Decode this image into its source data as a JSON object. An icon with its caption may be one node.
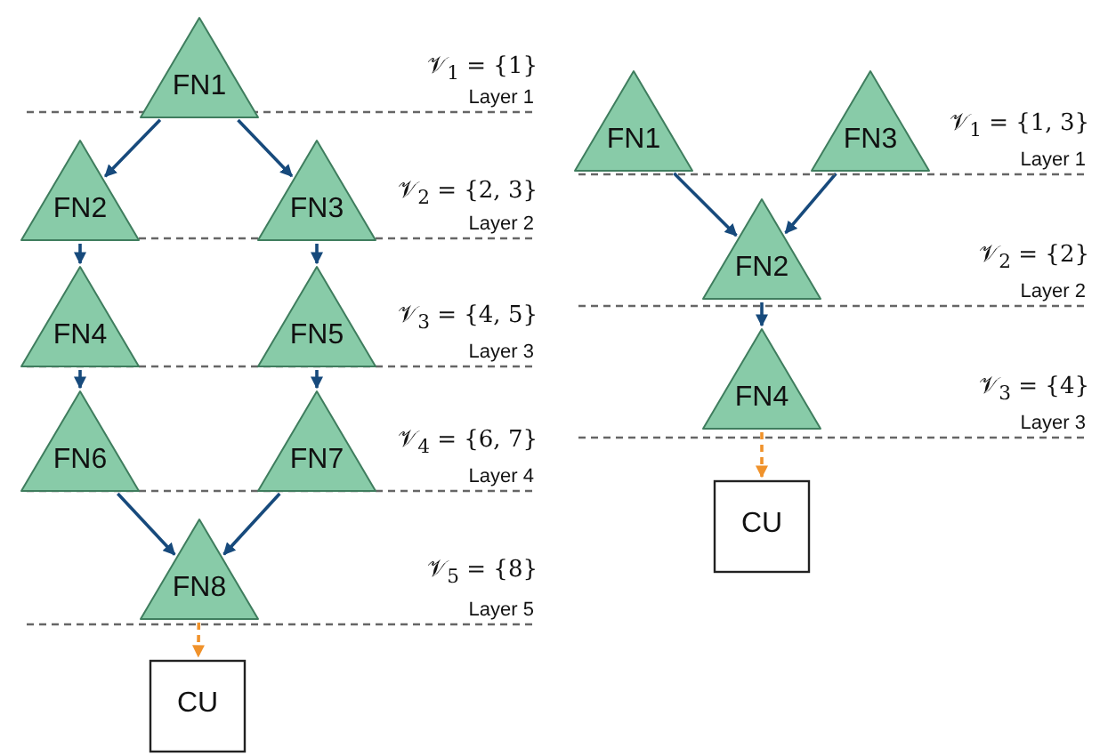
{
  "diagram": {
    "nodes": [
      {
        "text": [
          "FN1"
        ]
      },
      {
        "text": [
          "FN2"
        ]
      },
      {
        "text": [
          "FN3"
        ]
      },
      {
        "text": [
          "FN4"
        ]
      },
      {
        "text": [
          "FN5"
        ]
      },
      {
        "text": [
          "FN6"
        ]
      },
      {
        "text": [
          "FN7"
        ]
      },
      {
        "text": [
          "FN8"
        ]
      },
      {
        "text": [
          "CU"
        ]
      },
      {
        "text": [
          "FN1"
        ]
      },
      {
        "text": [
          "FN3"
        ]
      },
      {
        "text": [
          "FN2"
        ]
      },
      {
        "text": [
          "FN4"
        ]
      },
      {
        "text": [
          "CU"
        ]
      }
    ],
    "edges": [
      {
        "from": 0,
        "to": 1,
        "arrow": "to"
      },
      {
        "from": 0,
        "to": 2,
        "arrow": "to"
      },
      {
        "from": 1,
        "to": 3,
        "arrow": "to"
      },
      {
        "from": 2,
        "to": 4,
        "arrow": "to"
      },
      {
        "from": 3,
        "to": 5,
        "arrow": "to"
      },
      {
        "from": 4,
        "to": 6,
        "arrow": "to"
      },
      {
        "from": 5,
        "to": 7,
        "arrow": "to"
      },
      {
        "from": 6,
        "to": 7,
        "arrow": "to"
      },
      {
        "from": 7,
        "to": 8,
        "arrow": "to",
        "style": "dashed",
        "color": "#f0922b"
      },
      {
        "from": 9,
        "to": 11,
        "arrow": "to"
      },
      {
        "from": 10,
        "to": 11,
        "arrow": "to"
      },
      {
        "from": 11,
        "to": 12,
        "arrow": "to"
      },
      {
        "from": 12,
        "to": 13,
        "arrow": "to",
        "style": "dashed",
        "color": "#f0922b"
      }
    ],
    "labels": [
      "𝒱$_{1}$ = {1}",
      "Layer 1",
      "𝒱$_{2}$ = {2, 3}",
      "Layer 2",
      "𝒱$_{3}$ = {4, 5}",
      "Layer 3",
      "𝒱$_{4}$ = {6, 7}",
      "Layer 4",
      "𝒱$_{5}$ = {8}",
      "Layer 5",
      "𝒱$_{1}$ = {1, 3}",
      "Layer 1",
      "𝒱$_{2}$ = {2}",
      "Layer 2",
      "𝒱$_{3}$ = {4}",
      "Layer 3"
    ]
  }
}
